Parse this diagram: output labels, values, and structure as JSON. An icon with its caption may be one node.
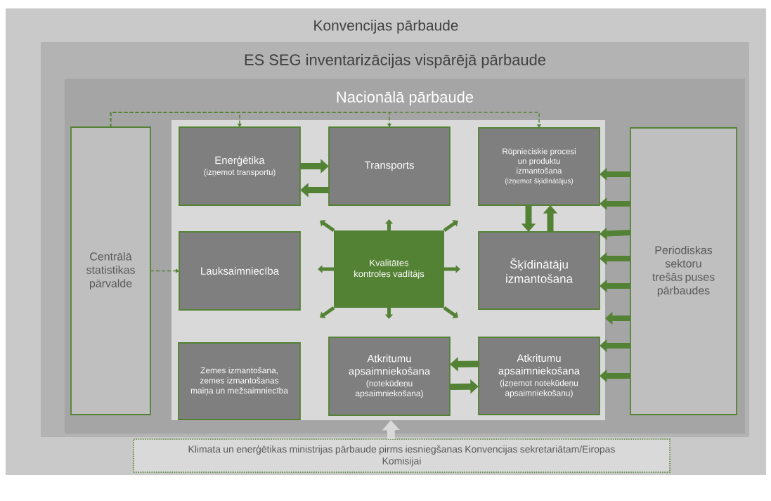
{
  "diagram": {
    "nodes": [
      {
        "text": [
          "Konvencijas pārbaude"
        ]
      },
      {
        "text": [
          "ES SEG inventarizācijas vispārējā pārbaude"
        ],
        "in": 0
      },
      {
        "text": [
          "Nacionālā pārbaude"
        ],
        "in": 1
      },
      {
        "text": [
          "Centrālā statistikas pārvalde"
        ],
        "in": 2
      },
      {
        "text": [],
        "shape": "box",
        "in": 2
      },
      {
        "text": [
          "Enerģētika",
          "(izņemot transportu)"
        ],
        "in": 4
      },
      {
        "text": [
          "Transports"
        ],
        "in": 4
      },
      {
        "text": [
          "Rūpnieciskie procesi un produktu izmantošana",
          "(izņemot šķīdinātājus)"
        ],
        "in": 4
      },
      {
        "text": [
          "Lauksaimniecība"
        ],
        "in": 4
      },
      {
        "text": [
          "Kvalitātes kontroles vadītājs"
        ],
        "in": 4
      },
      {
        "text": [
          "Šķīdinātāju izmantošana"
        ],
        "in": 4
      },
      {
        "text": [
          "Zemes izmantošana, zemes izmantošanas maiņa un mežsaimniecība"
        ],
        "in": 4
      },
      {
        "text": [
          "Atkritumu apsaimniekošana",
          "(notekūdeņu apsaimniekošana)"
        ],
        "in": 4
      },
      {
        "text": [
          "Atkritumu apsaimniekošana",
          "(izņemot notekūdeņu apsaimniekošanu)"
        ],
        "in": 4
      },
      {
        "text": [
          "Periodiskas sektoru trešās puses pārbaudes"
        ],
        "in": 2
      },
      {
        "text": [
          "Klimata un enerģētikas ministrijas pārbaude pirms iesniegšanas Konvencijas sekretariātam/Eiropas Komisijai"
        ],
        "in": 0
      }
    ],
    "edges": [
      {
        "from": 3,
        "to": 5,
        "arrow": "to",
        "style": "dashed"
      },
      {
        "from": 3,
        "to": 6,
        "arrow": "to",
        "style": "dashed"
      },
      {
        "from": 3,
        "to": 7,
        "arrow": "to",
        "style": "dashed"
      },
      {
        "from": 3,
        "to": 8,
        "arrow": "to",
        "style": "dashed"
      },
      {
        "from": 5,
        "to": 6,
        "arrow": "to"
      },
      {
        "from": 6,
        "to": 5,
        "arrow": "to"
      },
      {
        "from": 7,
        "to": 10,
        "arrow": "to"
      },
      {
        "from": 10,
        "to": 7,
        "arrow": "to"
      },
      {
        "from": 13,
        "to": 12,
        "arrow": "to"
      },
      {
        "from": 12,
        "to": 13,
        "arrow": "to"
      },
      {
        "from": 9,
        "to": null,
        "arrow": "to"
      },
      {
        "from": 9,
        "to": null,
        "arrow": "to"
      },
      {
        "from": 9,
        "to": null,
        "arrow": "to"
      },
      {
        "from": 9,
        "to": null,
        "arrow": "to"
      },
      {
        "from": 9,
        "to": null,
        "arrow": "to"
      },
      {
        "from": 9,
        "to": null,
        "arrow": "to"
      },
      {
        "from": 9,
        "to": null,
        "arrow": "to"
      },
      {
        "from": 9,
        "to": null,
        "arrow": "to"
      },
      {
        "from": 14,
        "to": 7,
        "arrow": "to"
      },
      {
        "from": 14,
        "to": 7,
        "arrow": "to"
      },
      {
        "from": 14,
        "to": 10,
        "arrow": "to"
      },
      {
        "from": 14,
        "to": 10,
        "arrow": "to"
      },
      {
        "from": 14,
        "to": 10,
        "arrow": "to"
      },
      {
        "from": 14,
        "to": 4,
        "arrow": "to"
      },
      {
        "from": 14,
        "to": 13,
        "arrow": "to"
      },
      {
        "from": 14,
        "to": 13,
        "arrow": "to"
      },
      {
        "from": 15,
        "to": 4,
        "arrow": "to",
        "color": "#d9d9d9"
      }
    ]
  }
}
